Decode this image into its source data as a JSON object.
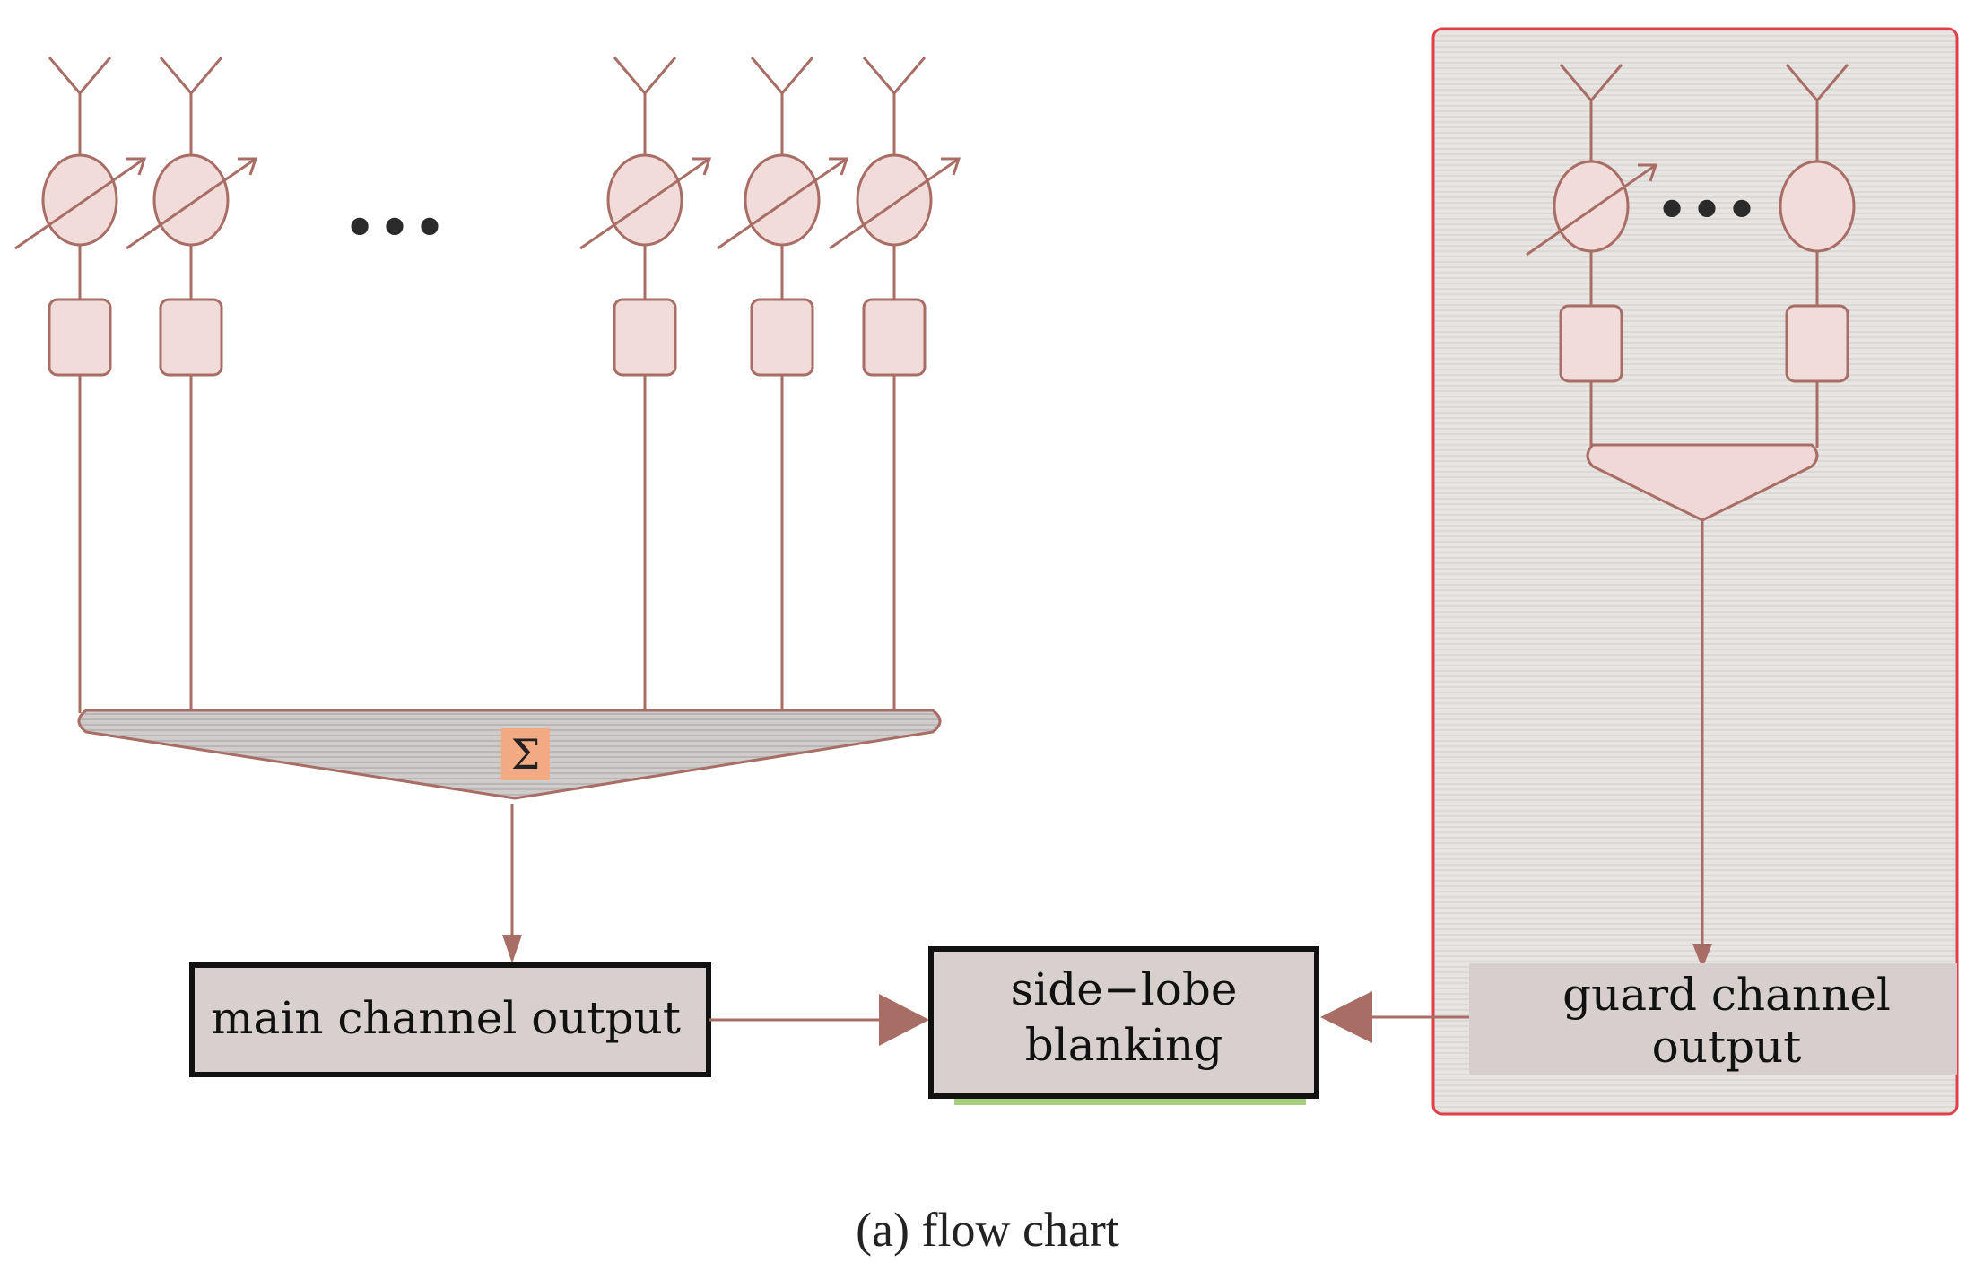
{
  "colors": {
    "line": "#a86e66",
    "element_fill": "#f2dcda",
    "guard_panel_fill": "#e6e2e0",
    "guard_panel_border": "#e0404a",
    "summer_fill": "#c9c6c4",
    "sigma_fill": "#f1aa82",
    "box_fill": "#d8d0ce",
    "box_border": "#111111",
    "arrow": "#a86e66"
  },
  "main_array": {
    "element_count_shown": 5,
    "ellipsis": "•••",
    "summer_symbol": "Σ",
    "output_label": "main channel output"
  },
  "guard_array": {
    "element_count_shown": 2,
    "ellipsis": "•••",
    "output_label_line1": "guard channel",
    "output_label_line2": "output"
  },
  "blanker": {
    "label_line1": "side−lobe",
    "label_line2": "blanking"
  },
  "caption": "(a) flow chart"
}
